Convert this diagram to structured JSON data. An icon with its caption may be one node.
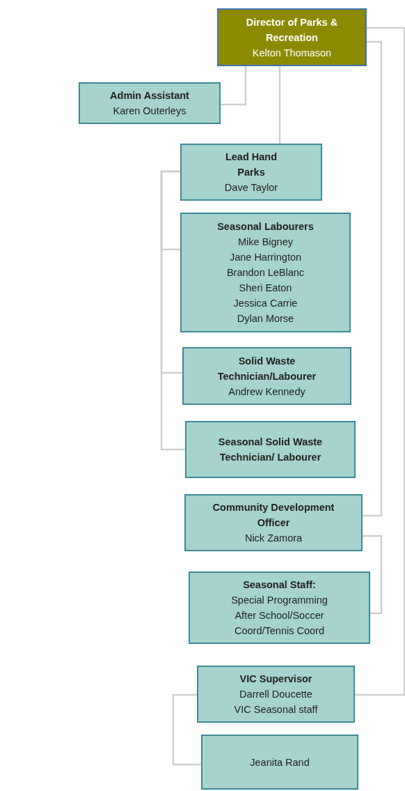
{
  "diagram": {
    "nodes": [
      {
        "text": [
          "Director of Parks & Recreation",
          "Kelton Thomason"
        ]
      },
      {
        "text": [
          "Admin Assistant",
          "Karen Outerleys"
        ]
      },
      {
        "text": [
          "Lead Hand Parks",
          "Dave Taylor"
        ]
      },
      {
        "text": [
          "Seasonal Labourers",
          "Mike Bigney",
          "Jane Harrington",
          "Brandon LeBlanc",
          "Sheri Eaton",
          "Jessica Carrie",
          "Dylan Morse"
        ]
      },
      {
        "text": [
          "Solid Waste Technician/Labourer",
          "Andrew Kennedy"
        ]
      },
      {
        "text": [
          "Seasonal Solid Waste Technician/ Labourer"
        ]
      },
      {
        "text": [
          "Community Development Officer",
          "Nick Zamora"
        ]
      },
      {
        "text": [
          "Seasonal Staff:",
          "Special Programming",
          "After School/Soccer",
          "Coord/Tennis Coord"
        ]
      },
      {
        "text": [
          "VIC Supervisor",
          "Darrell Doucette",
          "VIC Seasonal staff"
        ]
      },
      {
        "text": [
          "Jeanita Rand"
        ]
      }
    ],
    "edges": [
      {
        "from": 0,
        "to": 1,
        "arrow": "none"
      },
      {
        "from": 0,
        "to": 2,
        "arrow": "none"
      },
      {
        "from": 2,
        "to": 3,
        "arrow": "none"
      },
      {
        "from": 2,
        "to": 4,
        "arrow": "none"
      },
      {
        "from": 2,
        "to": 5,
        "arrow": "none"
      },
      {
        "from": 0,
        "to": 6,
        "arrow": "none"
      },
      {
        "from": 6,
        "to": 7,
        "arrow": "none"
      },
      {
        "from": 0,
        "to": 8,
        "arrow": "none"
      },
      {
        "from": 8,
        "to": 9,
        "arrow": "none"
      }
    ]
  }
}
